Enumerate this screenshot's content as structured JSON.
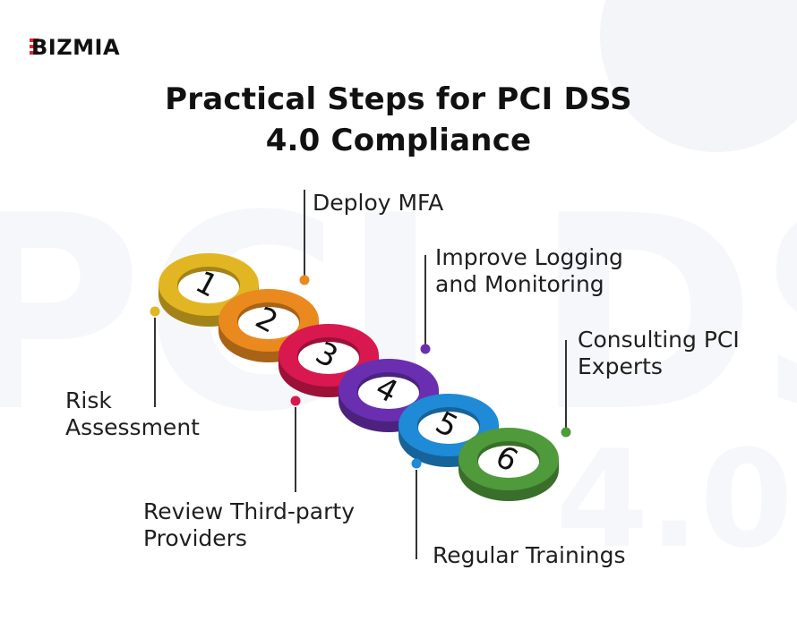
{
  "brand": {
    "logo_text": "BIZMIA"
  },
  "title": {
    "line1": "Practical Steps for PCI DSS",
    "line2": "4.0 Compliance"
  },
  "background": {
    "watermark_text": "PCI DSS",
    "watermark_version": "4.0"
  },
  "steps": [
    {
      "number": "1",
      "label_lines": [
        "Risk",
        "Assessment"
      ],
      "color": "#e2b623"
    },
    {
      "number": "2",
      "label_lines": [
        "Deploy MFA"
      ],
      "color": "#ea8a1e"
    },
    {
      "number": "3",
      "label_lines": [
        "Review Third-party",
        "Providers"
      ],
      "color": "#d8184e"
    },
    {
      "number": "4",
      "label_lines": [
        "Improve Logging",
        "and Monitoring"
      ],
      "color": "#6a2fb0"
    },
    {
      "number": "5",
      "label_lines": [
        "Regular Trainings"
      ],
      "color": "#1f8ad6"
    },
    {
      "number": "6",
      "label_lines": [
        "Consulting PCI",
        "Experts"
      ],
      "color": "#4f9a3a"
    }
  ],
  "colors": {
    "title": "#111111",
    "text": "#1f1f1f",
    "logo_accent": "#e3262b"
  }
}
